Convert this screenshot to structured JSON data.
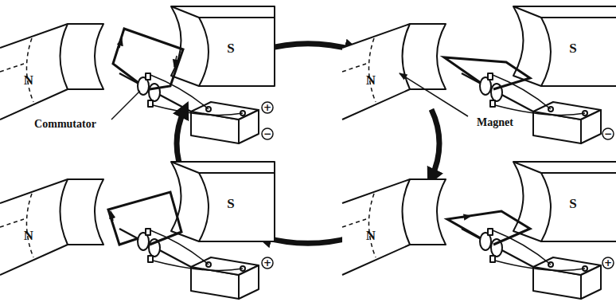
{
  "diagram": {
    "labels": [
      "S",
      "N",
      "Commutator",
      "+",
      "−",
      "S",
      "N",
      "Magnet",
      "−",
      "S",
      "N",
      "+",
      "S",
      "N",
      "+"
    ]
  }
}
